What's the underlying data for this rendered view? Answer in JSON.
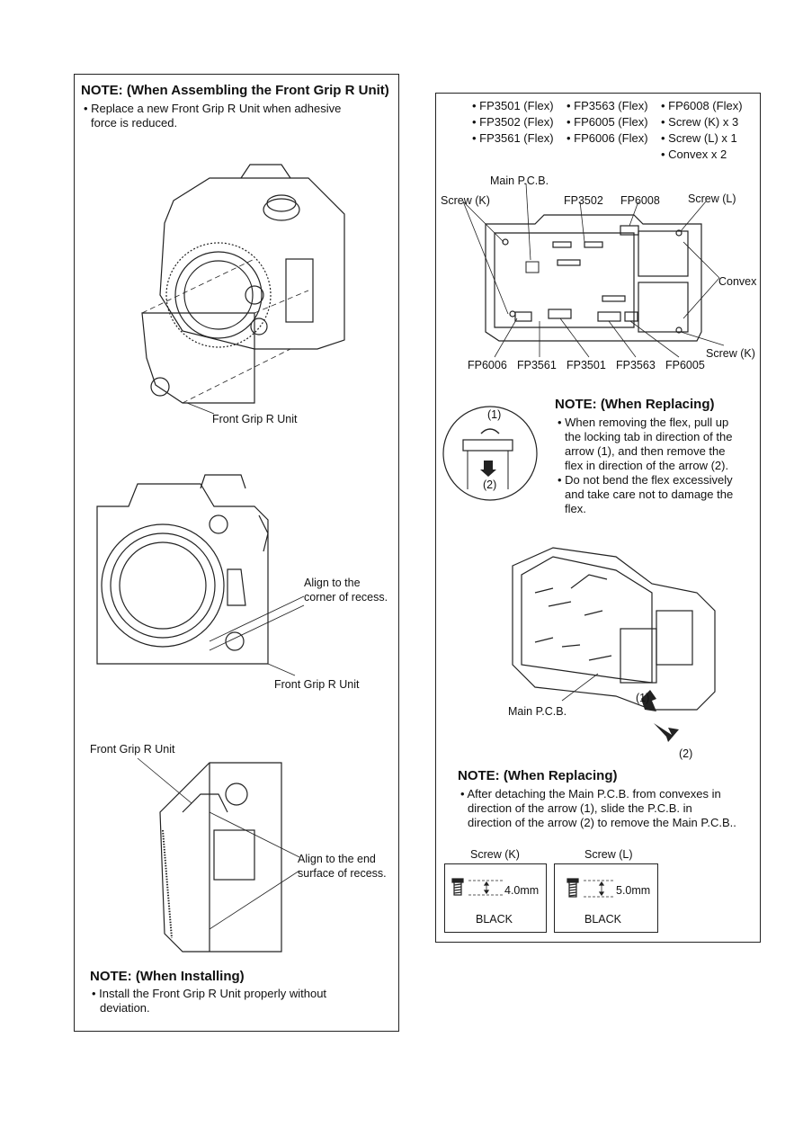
{
  "left_panel": {
    "note1": {
      "title": "NOTE: (When Assembling the Front Grip R Unit)",
      "lines": [
        "• Replace a new Front Grip R Unit when adhesive",
        "force is reduced."
      ]
    },
    "fig1_label": "Front Grip R Unit",
    "fig2_labels": [
      "Align to the",
      "corner of recess.",
      "Front Grip R Unit"
    ],
    "fig3_labels": [
      "Front Grip R Unit",
      "Align to the end",
      "surface of recess."
    ],
    "note2": {
      "title": "NOTE: (When Installing)",
      "lines": [
        "• Install the Front Grip R Unit properly without",
        "deviation."
      ]
    }
  },
  "right_panel": {
    "parts_columns": [
      [
        "• FP3501 (Flex)",
        "• FP3502 (Flex)",
        "• FP3561 (Flex)"
      ],
      [
        "• FP3563 (Flex)",
        "• FP6005 (Flex)",
        "• FP6006 (Flex)"
      ],
      [
        "• FP6008 (Flex)",
        "• Screw (K) x 3",
        "• Screw (L) x 1",
        "• Convex x 2"
      ]
    ],
    "pcb_labels": {
      "main_pcb": "Main P.C.B.",
      "screw_k_top": "Screw (K)",
      "fp3502": "FP3502",
      "fp6008": "FP6008",
      "screw_l": "Screw (L)",
      "convex": "Convex",
      "screw_k_bottom": "Screw (K)",
      "bottom_row": [
        "FP6006",
        "FP3561",
        "FP3501",
        "FP3563",
        "FP6005"
      ]
    },
    "note_replacing_1": {
      "title": "NOTE: (When Replacing)",
      "lines": [
        "• When removing the flex, pull up",
        "the locking tab in direction of the",
        "arrow (1), and then remove the",
        "flex in direction of the arrow (2).",
        "• Do not bend the flex excessively",
        "and take care not to damage the",
        "flex."
      ],
      "arrow1": "(1)",
      "arrow2": "(2)"
    },
    "fig_pcb_removal": {
      "main_pcb": "Main P.C.B.",
      "arrow1": "(1)",
      "arrow2": "(2)"
    },
    "note_replacing_2": {
      "title": "NOTE: (When Replacing)",
      "lines": [
        "• After detaching the Main P.C.B. from convexes in",
        "direction of the arrow (1), slide the P.C.B. in",
        "direction of the arrow (2) to remove the Main P.C.B.."
      ]
    },
    "screws": [
      {
        "name": "Screw (K)",
        "length": "4.0mm",
        "color": "BLACK"
      },
      {
        "name": "Screw (L)",
        "length": "5.0mm",
        "color": "BLACK"
      }
    ]
  }
}
